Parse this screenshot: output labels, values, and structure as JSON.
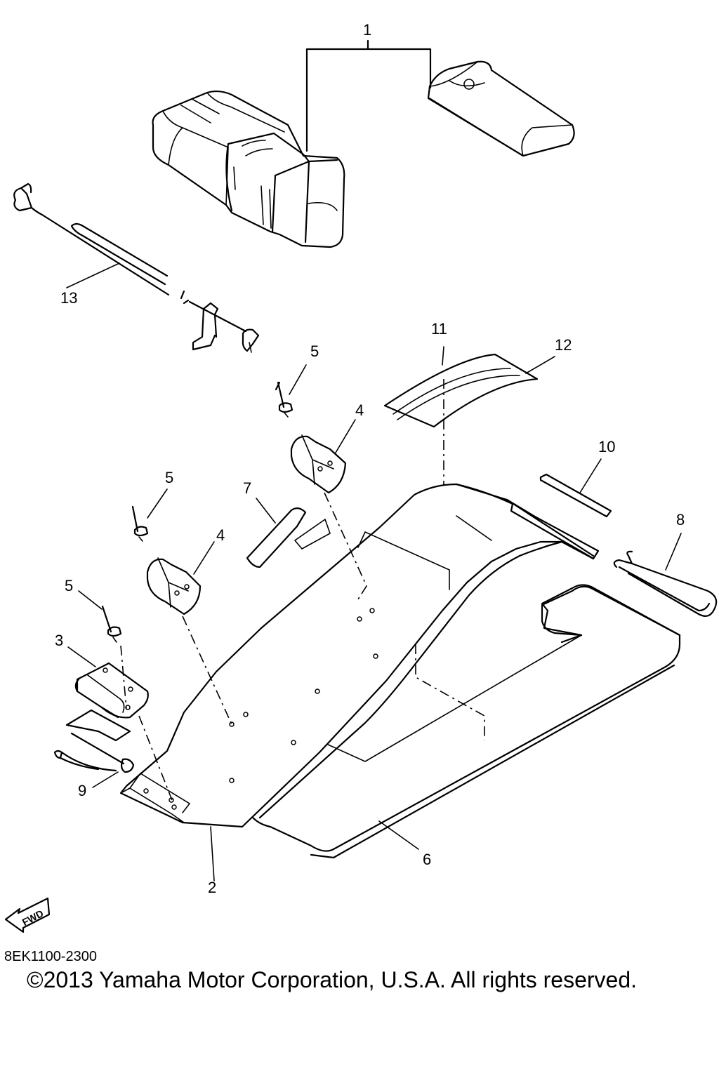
{
  "callouts": [
    {
      "id": "1",
      "label": "1"
    },
    {
      "id": "2",
      "label": "2"
    },
    {
      "id": "3",
      "label": "3"
    },
    {
      "id": "4a",
      "label": "4"
    },
    {
      "id": "4b",
      "label": "4"
    },
    {
      "id": "5a",
      "label": "5"
    },
    {
      "id": "5b",
      "label": "5"
    },
    {
      "id": "5c",
      "label": "5"
    },
    {
      "id": "6",
      "label": "6"
    },
    {
      "id": "7",
      "label": "7"
    },
    {
      "id": "8",
      "label": "8"
    },
    {
      "id": "9",
      "label": "9"
    },
    {
      "id": "10",
      "label": "10"
    },
    {
      "id": "11",
      "label": "11"
    },
    {
      "id": "12",
      "label": "12"
    },
    {
      "id": "13",
      "label": "13"
    }
  ],
  "fwd_label": "FWD",
  "part_code": "8EK1100-2300",
  "copyright": "©2013 Yamaha Motor Corporation, U.S.A. All rights reserved."
}
